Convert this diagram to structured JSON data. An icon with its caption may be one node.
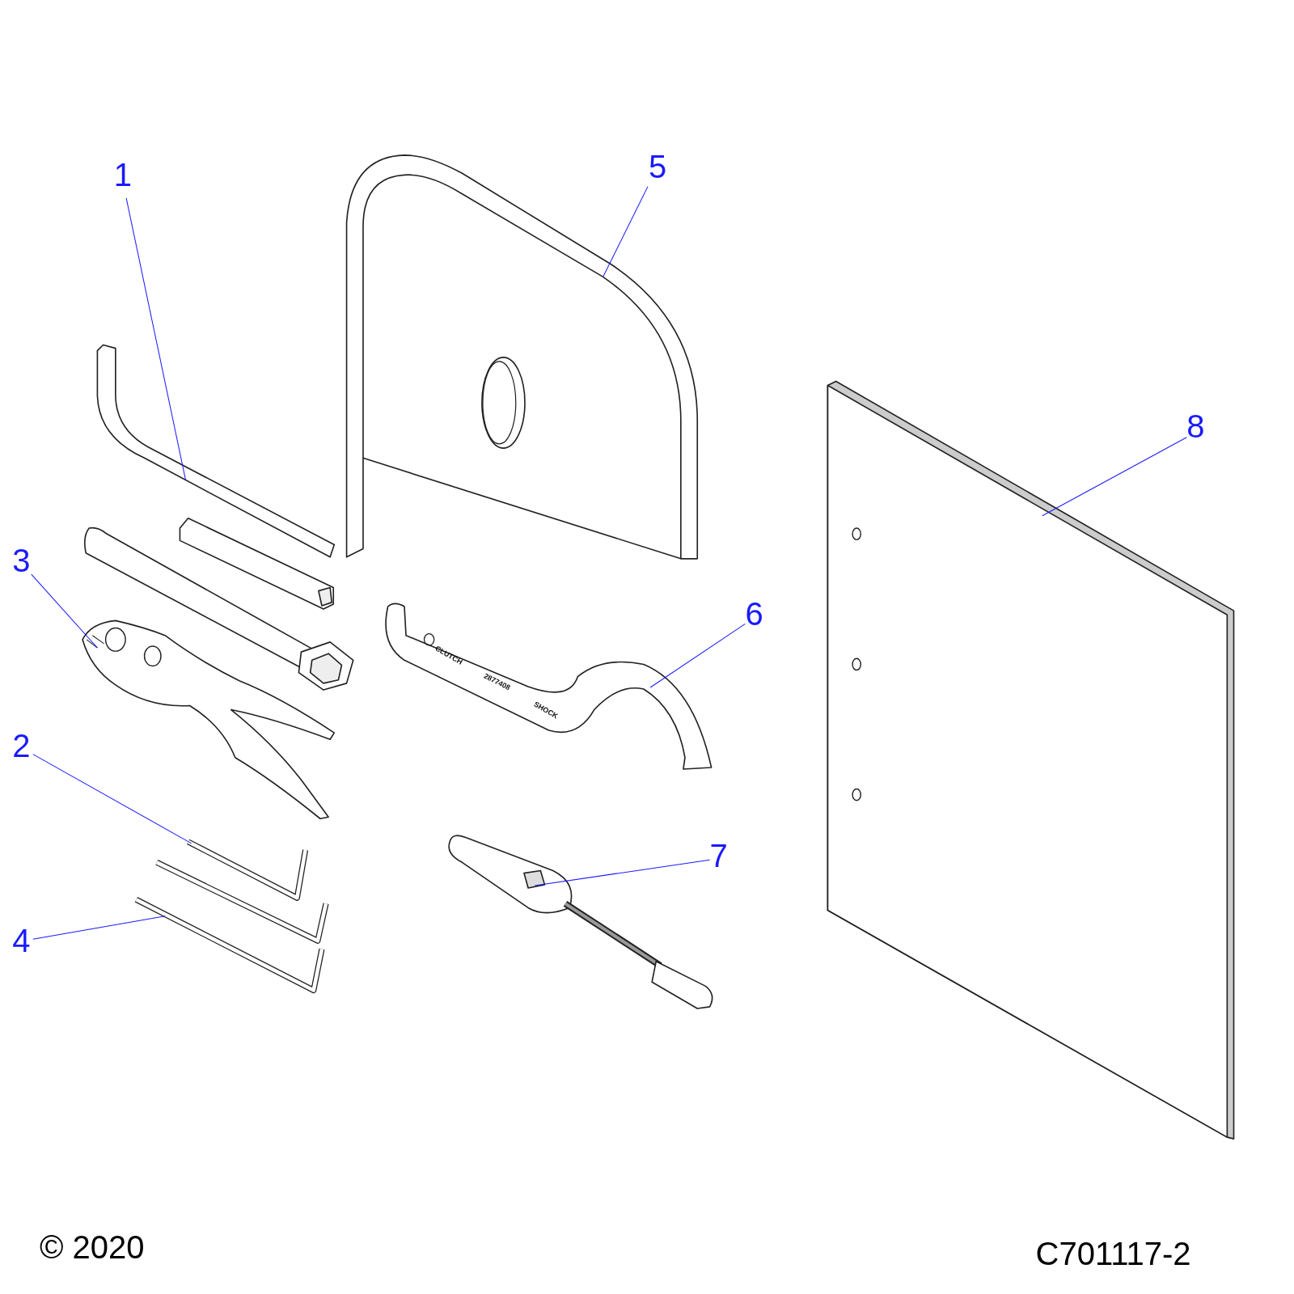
{
  "diagram": {
    "nodes": [
      {
        "text": [
          "1"
        ]
      },
      {
        "text": [],
        "shape": "picture"
      },
      {
        "text": [
          "5"
        ]
      },
      {
        "text": [],
        "shape": "picture"
      },
      {
        "text": [
          "8"
        ]
      },
      {
        "text": [],
        "shape": "picture"
      },
      {
        "text": [
          "3"
        ]
      },
      {
        "text": [],
        "shape": "picture"
      },
      {
        "text": [
          "6"
        ]
      },
      {
        "text": [],
        "shape": "picture"
      },
      {
        "text": [
          "2"
        ]
      },
      {
        "text": [],
        "shape": "picture"
      },
      {
        "text": [
          "7"
        ]
      },
      {
        "text": [],
        "shape": "picture"
      },
      {
        "text": [
          "4"
        ]
      },
      {
        "text": [],
        "shape": "picture"
      }
    ],
    "edges": [
      {
        "from": 0,
        "to": 1,
        "arrow": "none"
      },
      {
        "from": 2,
        "to": 3,
        "arrow": "none"
      },
      {
        "from": 4,
        "to": 5,
        "arrow": "none"
      },
      {
        "from": 6,
        "to": 7,
        "arrow": "none"
      },
      {
        "from": 8,
        "to": 9,
        "arrow": "none"
      },
      {
        "from": 10,
        "to": 11,
        "arrow": "none"
      },
      {
        "from": 12,
        "to": 13,
        "arrow": "none"
      },
      {
        "from": 14,
        "to": 15,
        "arrow": "none"
      }
    ],
    "labels": [
      "CLUTCH",
      "2877408",
      "SHOCK",
      "© 2020",
      "C701117-2"
    ]
  }
}
